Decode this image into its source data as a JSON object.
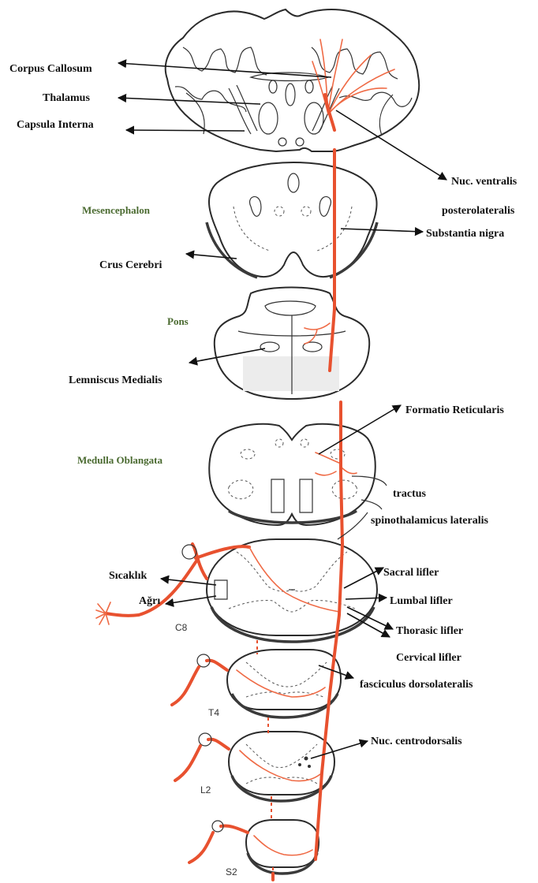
{
  "colors": {
    "pathway": "#e8512f",
    "section_label": "#4a6a30",
    "outline": "#2b2b2b"
  },
  "labels": {
    "corpus_callosum": "Corpus Callosum",
    "thalamus": "Thalamus",
    "capsula_interna": "Capsula Interna",
    "nuc_ventralis_1": "Nuc. ventralis",
    "nuc_ventralis_2": "posterolateralis",
    "substantia_nigra": "Substantia nigra",
    "crus_cerebri": "Crus Cerebri",
    "lemniscus_medialis": "Lemniscus Medialis",
    "formatio_reticularis": "Formatio Reticularis",
    "tractus_1": "tractus",
    "tractus_2": "spinothalamicus lateralis",
    "sicaklik": "Sıcaklık",
    "agri": "Ağrı",
    "sacral_lifler": "Sacral lifler",
    "lumbal_lifler": "Lumbal lifler",
    "thorasic_lifler": "Thorasic lifler",
    "cervical_lifler": "Cervical lifler",
    "fasciculus_dorsolateralis": "fasciculus dorsolateralis",
    "nuc_centrodorsalis": "Nuc. centrodorsalis"
  },
  "sections": {
    "mesencephalon": "Mesencephalon",
    "pons": "Pons",
    "medulla": "Medulla Oblangata"
  },
  "levels": {
    "c8": "C8",
    "t4": "T4",
    "l2": "L2",
    "s2": "S2"
  }
}
